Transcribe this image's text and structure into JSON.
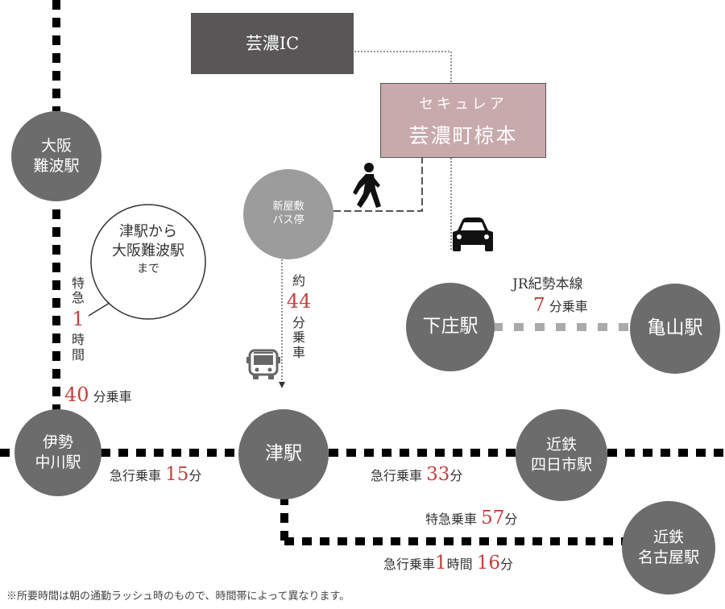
{
  "ic": {
    "label": "芸濃IC"
  },
  "property": {
    "line1": "セキュレア",
    "line2": "芸濃町椋本"
  },
  "stations": {
    "osaka_namba": {
      "line1": "大阪",
      "line2": "難波駅"
    },
    "bus_stop": {
      "line1": "新屋敷",
      "line2": "バス停"
    },
    "shimosho": {
      "label": "下庄駅"
    },
    "kameyama": {
      "label": "亀山駅"
    },
    "ise_nakagawa": {
      "line1": "伊勢",
      "line2": "中川駅"
    },
    "tsu": {
      "label": "津駅"
    },
    "yokkaichi": {
      "line1": "近鉄",
      "line2": "四日市駅"
    },
    "nagoya": {
      "line1": "近鉄",
      "line2": "名古屋駅"
    }
  },
  "callout": {
    "line1": "津駅から",
    "line2": "大阪難波駅",
    "line3": "まで"
  },
  "routes": {
    "namba": {
      "c1": "特",
      "c2": "急",
      "num": "1",
      "c3": "時",
      "c4": "間",
      "num2": "40",
      "suffix": "分乗車"
    },
    "bus": {
      "prefix": "約",
      "num": "44",
      "c1": "分",
      "c2": "乗",
      "c3": "車"
    },
    "kisei": {
      "line_name": "JR紀勢本線",
      "num": "7",
      "suffix": "分乗車"
    },
    "nakagawa_tsu": {
      "prefix": "急行乗車",
      "num": "15",
      "suffix": "分"
    },
    "tsu_yokkaichi": {
      "prefix": "急行乗車",
      "num": "33",
      "suffix": "分"
    },
    "nagoya_ltd": {
      "prefix": "特急乗車",
      "num": "57",
      "suffix": "分"
    },
    "nagoya_exp": {
      "prefix": "急行乗車",
      "num": "1",
      "mid": "時間",
      "num2": "16",
      "suffix": "分"
    }
  },
  "icons": [
    "walking-person-icon",
    "car-icon",
    "bus-icon"
  ],
  "footnote": "※所要時間は朝の通勤ラッシュ時のもので、時間帯によって異なります。",
  "colors": {
    "station": "#6d6c6c",
    "bus_station": "#9d9c9c",
    "property": "#c8a9ac",
    "ic": "#585656",
    "accent": "#c2413f",
    "kisei_line": "#aaaaaa"
  }
}
